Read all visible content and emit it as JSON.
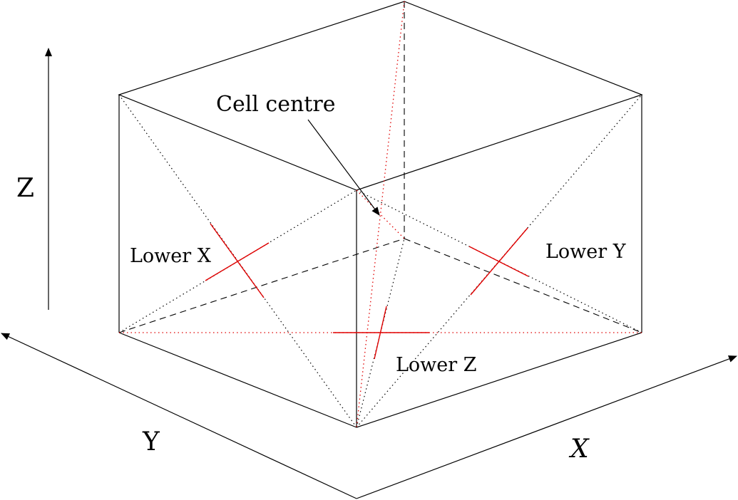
{
  "labels": {
    "z_axis": "Z",
    "y_axis": "Y",
    "x_axis": "X",
    "cell_centre": "Cell centre",
    "lower_x": "Lower X",
    "lower_y": "Lower Y",
    "lower_z": "Lower Z"
  },
  "colors": {
    "edges": "#000000",
    "face_centre_marks": "#e00000"
  }
}
